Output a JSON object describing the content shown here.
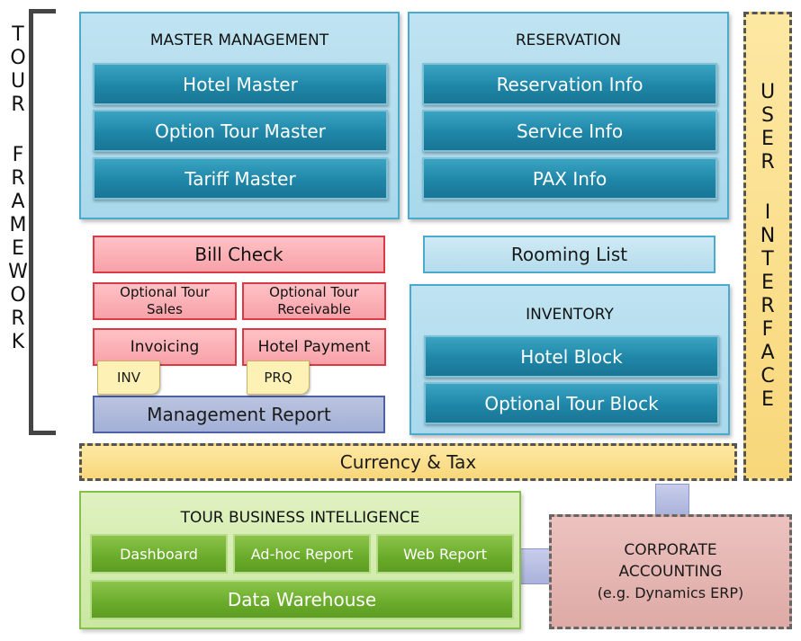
{
  "side_labels": {
    "left": [
      "T",
      "O",
      "U",
      "R",
      "",
      "F",
      "R",
      "A",
      "M",
      "E",
      "W",
      "O",
      "R",
      "K"
    ],
    "right": [
      "U",
      "S",
      "E",
      "R",
      "",
      "I",
      "N",
      "T",
      "E",
      "R",
      "F",
      "A",
      "C",
      "E"
    ]
  },
  "master_management": {
    "title": "MASTER MANAGEMENT",
    "items": [
      "Hotel Master",
      "Option Tour Master",
      "Tariff Master"
    ]
  },
  "reservation": {
    "title": "RESERVATION",
    "items": [
      "Reservation Info",
      "Service Info",
      "PAX Info"
    ]
  },
  "finance": {
    "bill_check": "Bill Check",
    "optional_tour_sales": [
      "Optional Tour",
      "Sales"
    ],
    "optional_tour_receivable": [
      "Optional Tour",
      "Receivable"
    ],
    "invoicing": "Invoicing",
    "hotel_payment": "Hotel Payment",
    "inv_doc": "INV",
    "prq_doc": "PRQ",
    "management_report": "Management Report"
  },
  "rooming_list": "Rooming List",
  "inventory": {
    "title": "INVENTORY",
    "items": [
      "Hotel Block",
      "Optional Tour Block"
    ]
  },
  "currency_tax": "Currency & Tax",
  "business_intelligence": {
    "title": "TOUR BUSINESS INTELLIGENCE",
    "items": [
      "Dashboard",
      "Ad-hoc Report",
      "Web Report"
    ],
    "data_warehouse": "Data Warehouse"
  },
  "corporate_accounting": {
    "lines": [
      "CORPORATE",
      "ACCOUNTING",
      "(e.g. Dynamics ERP)"
    ]
  },
  "colors": {
    "teal": "#1f86a8",
    "panel_blue": "#bfe3f1",
    "pink": "#f7a1a8",
    "yellow": "#f8d77a",
    "green": "#6aab2a",
    "corp": "#deaaa6"
  }
}
